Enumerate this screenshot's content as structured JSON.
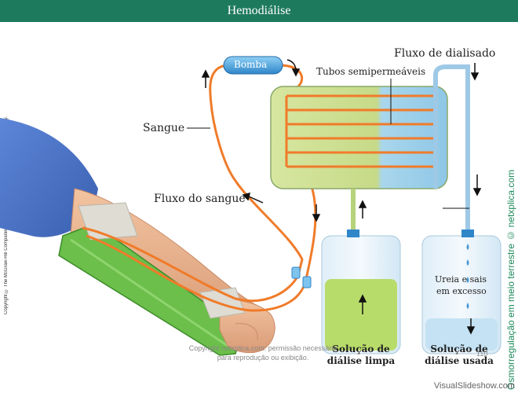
{
  "title": "Hemodiálise",
  "labels": {
    "bomba": "Bomba",
    "tubos": "Tubos semipermeáveis",
    "fluxo_dialisado": "Fluxo de dialisado",
    "sangue": "Sangue",
    "fluxo_sangue": "Fluxo do sangue",
    "ureia_line1": "Ureia e sais",
    "ureia_line2": "em excesso",
    "solucao_limpa_1": "Solução de",
    "solucao_limpa_2": "diálise limpa",
    "solucao_usada_1": "Solução de",
    "solucao_usada_2": "diálise usada"
  },
  "copyright_side": "Copyright © The McGraw-Hill Companies, Inc. Permission required for reproduction or display.",
  "watermark_side": "Osmorregulação em meio terrestre © netxplica.com",
  "copyright_bottom": "Copyright netxplica.com: permissão necessária para reprodução ou exibição.",
  "page_number": "110",
  "footer_brand": "VisualSlideshow.com",
  "colors": {
    "header": "#1e7a5d",
    "blood_tube": "#f07b2a",
    "dialyzer_green": "#c9dc8a",
    "dialyzer_blue": "#9fd0ea",
    "clean_solution": "#b8dc6a",
    "used_solution": "#c4e2f3",
    "arm_sleeve": "#4a72c8",
    "splint": "#6bbf4a"
  }
}
